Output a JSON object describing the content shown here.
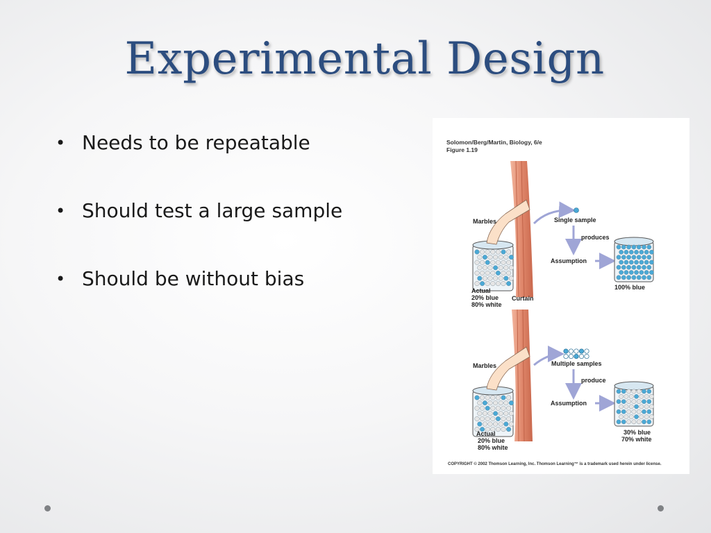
{
  "slide": {
    "title": "Experimental Design",
    "bullets": [
      "Needs to be repeatable",
      "Should test a large sample",
      "Should be without bias"
    ]
  },
  "figure": {
    "source_line1": "Solomon/Berg/Martin, Biology, 6/e",
    "source_line2": "Figure 1.19",
    "top_panel": {
      "marbles_label": "Marbles",
      "sample_label": "Single sample",
      "produces_label": "produces",
      "assumption_label": "Assumption",
      "result_label": "100% blue",
      "actual_line1": "Actual",
      "actual_line2": "20% blue",
      "actual_line3": "80% white",
      "curtain_label": "Curtain"
    },
    "bottom_panel": {
      "marbles_label": "Marbles",
      "sample_label": "Multiple samples",
      "produces_label": "produce",
      "assumption_label": "Assumption",
      "result_line1": "30% blue",
      "result_line2": "70% white",
      "actual_line1": "Actual",
      "actual_line2": "20% blue",
      "actual_line3": "80% white"
    },
    "copyright": "COPYRIGHT © 2002 Thomson Learning, Inc. Thomson Learning™ is a trademark used herein under license.",
    "colors": {
      "blue_marble": "#4aa9d6",
      "white_marble": "#e6e6e6",
      "curtain": "#e0876b",
      "arrow": "#9fa5d6"
    }
  }
}
